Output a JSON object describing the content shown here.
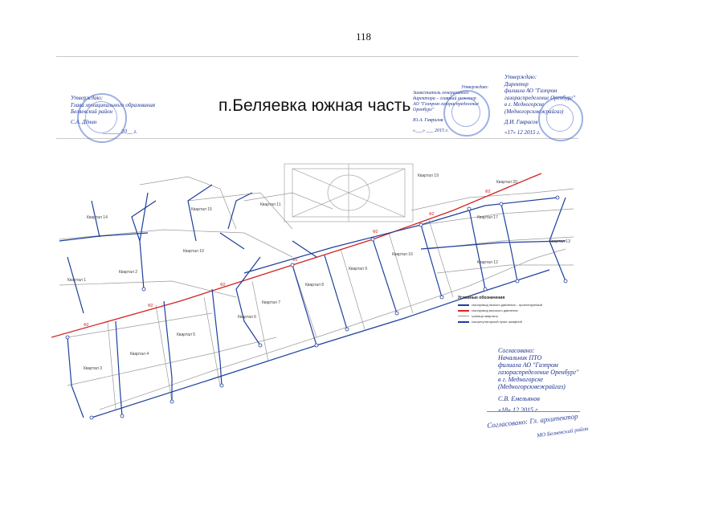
{
  "page_number": "118",
  "title": "п.Беляевка южная часть",
  "approve_left": {
    "lines": [
      "Утверждаю:",
      "Глава муниципального образования",
      "Беляевский район",
      "С.А. Дёнин",
      "______ 20__ г."
    ]
  },
  "approve_mid": {
    "lines": [
      "Утверждаю:",
      "Заместитель генерального",
      "директора – главный инженер",
      "АО \"Газпром газораспределение",
      "Оренбург\"",
      "Ю.А. Гаврилов",
      "«___» ___ 2015 г."
    ]
  },
  "approve_right": {
    "lines": [
      "Утверждаю:",
      "Директор",
      "филиала АО \"Газпром",
      "газораспределение Оренбург\"",
      "в г. Медногорске",
      "(Медногорскмежрайгаз)",
      "Д.И. Гаврасов",
      "«17» 12 2015 г."
    ]
  },
  "agreed": {
    "lines": [
      "Согласовано:",
      "Начальник ПТО",
      "филиала АО \"Газпром",
      "газораспределение Оренбург\"",
      "в г. Медногорске",
      "(Медногорскмежрайгаз)",
      "С.В. Емельянов",
      "«18» 12 2015 г."
    ]
  },
  "handwriting": {
    "line1": "Согласовано: Гл. архитектор",
    "line2": "МО Беляевский район"
  },
  "legend": {
    "title": "Условные обозначения",
    "items": [
      {
        "symbol": "blue",
        "text": "газопровод низкого давления – проектируемый"
      },
      {
        "symbol": "red",
        "text": "газопровод высокого давления"
      },
      {
        "symbol": "gray",
        "text": "граница квартала"
      },
      {
        "symbol": "blue",
        "text": "газорегуляторный пункт шкафной"
      }
    ]
  },
  "map": {
    "blocks": [
      {
        "label": "Квартал 14"
      },
      {
        "label": "Квартал 10"
      },
      {
        "label": "Квартал 11"
      },
      {
        "label": "Квартал 1"
      },
      {
        "label": "Квартал 2"
      },
      {
        "label": "Квартал 15"
      },
      {
        "label": "Квартал 7"
      },
      {
        "label": "Квартал 8"
      },
      {
        "label": "Квартал 9"
      },
      {
        "label": "Квартал 6"
      },
      {
        "label": "Квартал 5"
      },
      {
        "label": "Квартал 4"
      },
      {
        "label": "Квартал 3"
      },
      {
        "label": "Квартал 16"
      },
      {
        "label": "Квартал 12"
      },
      {
        "label": "Квартал 17"
      },
      {
        "label": "Квартал 13"
      },
      {
        "label": "Квартал 19"
      },
      {
        "label": "Квартал 20"
      }
    ],
    "colors": {
      "gas_high": "#d22222",
      "gas_low": "#1e3f9c",
      "boundary": "#999999"
    }
  }
}
